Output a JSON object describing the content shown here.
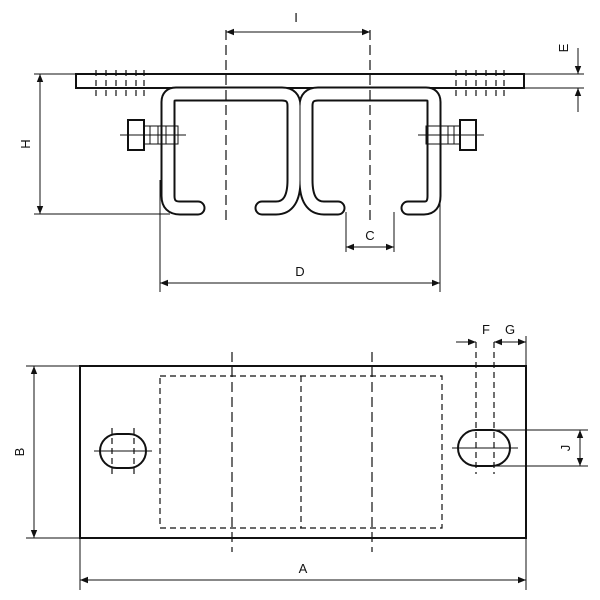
{
  "diagram": {
    "side_view": {
      "labels": {
        "I": "I",
        "E": "E",
        "H": "H",
        "C": "C",
        "D": "D"
      }
    },
    "top_view": {
      "labels": {
        "F": "F",
        "G": "G",
        "B": "B",
        "J": "J",
        "A": "A"
      }
    }
  }
}
